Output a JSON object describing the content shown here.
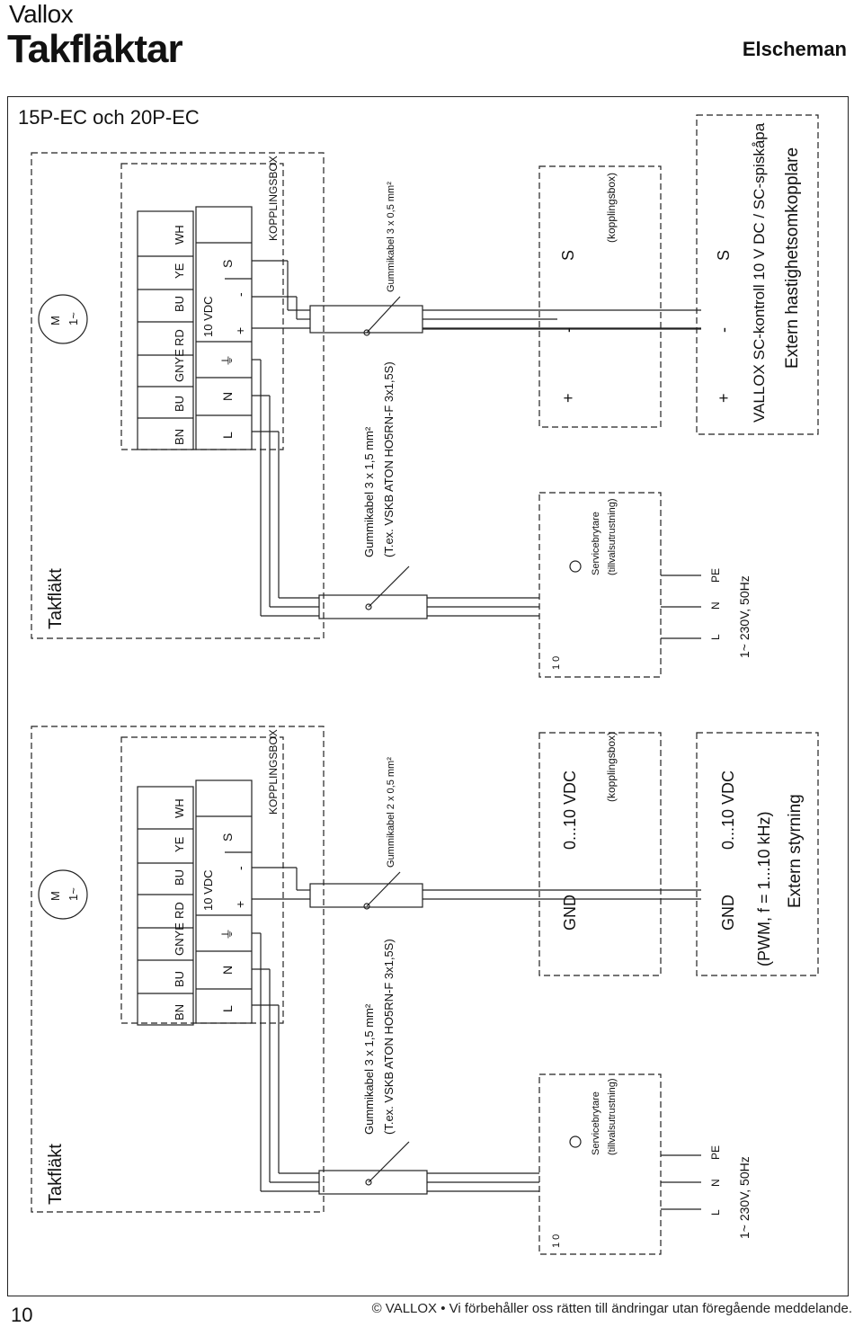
{
  "header": {
    "brand": "Vallox",
    "title": "Takfläktar",
    "section": "Elscheman"
  },
  "model_title": "15P-EC och 20P-EC",
  "page_number": "10",
  "footer": "© VALLOX • Vi förbehåller oss rätten till ändringar utan föregående meddelande.",
  "top_diagram": {
    "fan_label": "Takfläkt",
    "motor_m": "M",
    "motor_phase": "1~",
    "wire_colors": [
      "BN",
      "BU",
      "GNYE",
      "RD",
      "BU",
      "YE",
      "WH"
    ],
    "terminals": [
      "L",
      "N",
      "⏚",
      "+",
      "-",
      "S"
    ],
    "vdc_label": "10 VDC",
    "box_label": "KOPPLINGSBOX",
    "cable_power_1": "Gummikabel 3 x 1,5 mm²",
    "cable_power_2": "(T.ex. VSKB ATON HO5RN-F 3x1,5S)",
    "cable_signal": "Gummikabel 3 x 0,5 mm²",
    "switch_marks": "1 0",
    "service_switch_1": "Servicebrytare",
    "service_switch_2": "(tillvalsutrustning)",
    "supply_terminals": [
      "L",
      "N",
      "PE"
    ],
    "supply_label": "1~ 230V, 50Hz",
    "junction_terminals": [
      "+",
      "-",
      "S"
    ],
    "junction_label": "(kopplingsbox)",
    "ext_terminals": [
      "+",
      "-",
      "S"
    ],
    "ext_label_1": "VALLOX SC-kontroll 10 V DC / SC-spiskåpa",
    "ext_label_2": "Extern hastighetsomkopplare"
  },
  "bottom_diagram": {
    "fan_label": "Takfläkt",
    "motor_m": "M",
    "motor_phase": "1~",
    "wire_colors": [
      "BN",
      "BU",
      "GNYE",
      "RD",
      "BU",
      "YE",
      "WH"
    ],
    "terminals": [
      "L",
      "N",
      "⏚",
      "+",
      "-",
      "S"
    ],
    "vdc_label": "10 VDC",
    "box_label": "KOPPLINGSBOX",
    "cable_power_1": "Gummikabel 3 x 1,5 mm²",
    "cable_power_2": "(T.ex. VSKB ATON HO5RN-F 3x1,5S)",
    "cable_signal": "Gummikabel 2 x 0,5 mm²",
    "switch_marks": "1 0",
    "service_switch_1": "Servicebrytare",
    "service_switch_2": "(tillvalsutrustning)",
    "supply_terminals": [
      "L",
      "N",
      "PE"
    ],
    "supply_label": "1~ 230V, 50Hz",
    "junction_gnd": "GND",
    "junction_range": "0...10 VDC",
    "junction_label": "(kopplingsbox)",
    "ext_gnd": "GND",
    "ext_range": "0...10 VDC",
    "ext_label_1": "(PWM, f = 1...10 kHz)",
    "ext_label_2": "Extern styrning"
  }
}
